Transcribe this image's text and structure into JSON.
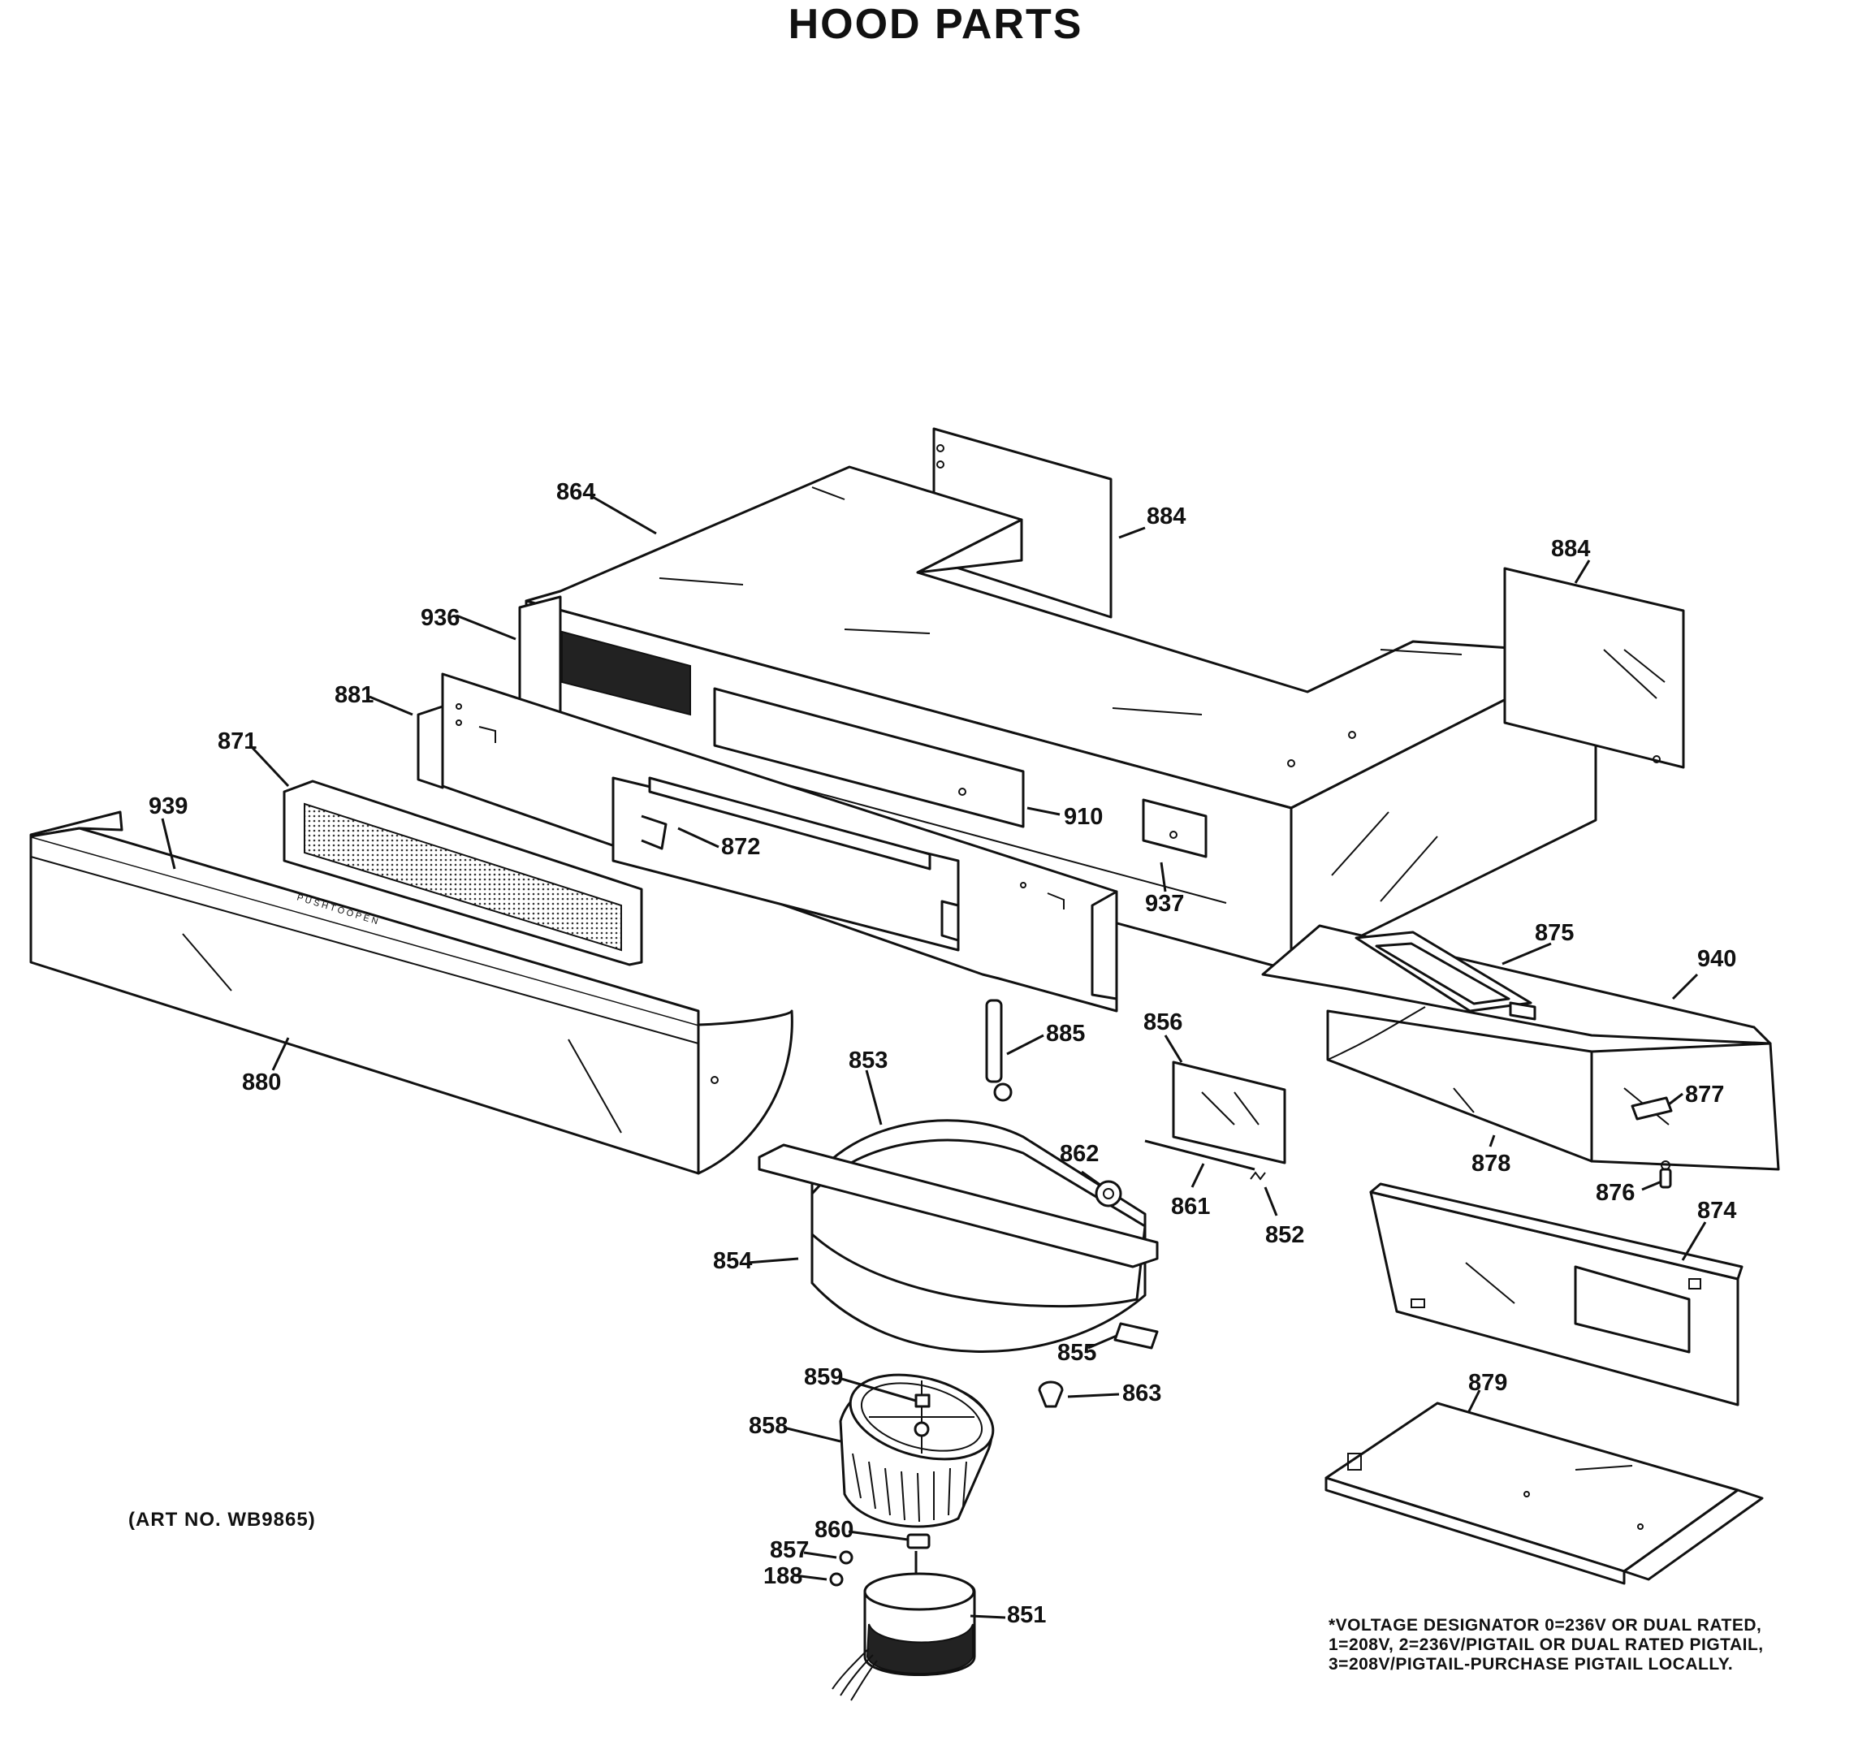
{
  "title": "HOOD PARTS",
  "art_number": "(ART NO. WB9865)",
  "voltage_note": [
    "*VOLTAGE DESIGNATOR 0=236V OR DUAL RATED,",
    "1=208V, 2=236V/PIGTAIL OR DUAL RATED PIGTAIL,",
    "3=208V/PIGTAIL-PURCHASE PIGTAIL LOCALLY."
  ],
  "callouts": [
    "864",
    "884",
    "884",
    "936",
    "881",
    "871",
    "939",
    "880",
    "910",
    "872",
    "937",
    "875",
    "940",
    "885",
    "856",
    "853",
    "862",
    "877",
    "878",
    "876",
    "861",
    "852",
    "874",
    "854",
    "855",
    "863",
    "879",
    "859",
    "858",
    "860",
    "857",
    "188",
    "851"
  ]
}
